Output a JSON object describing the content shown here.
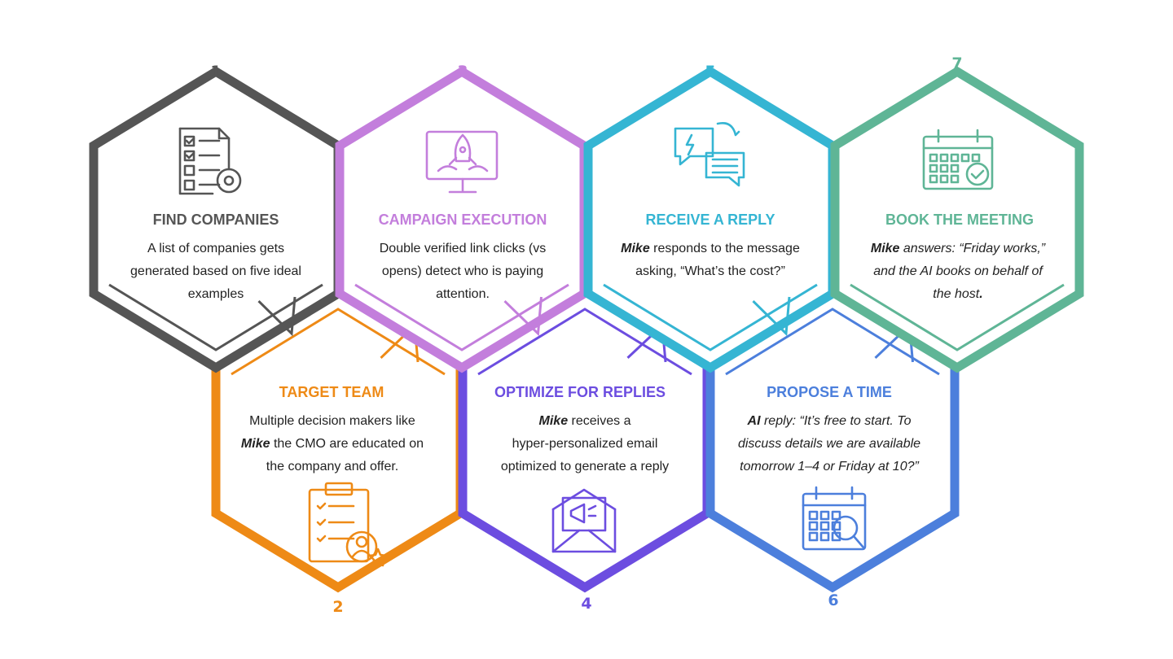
{
  "colors": {
    "step1": "#555555",
    "step2": "#EE8A16",
    "step3": "#C37EDC",
    "step4": "#6C4DE0",
    "step5": "#35B5D3",
    "step6": "#4C7FDC",
    "step7": "#5FB596",
    "text": "#222222"
  },
  "steps": [
    {
      "number": "1",
      "title": "FIND COMPANIES",
      "icon": "checklist-gear-icon",
      "lines": [
        [
          {
            "t": "A list of companies gets"
          }
        ],
        [
          {
            "t": "generated based on five ideal"
          }
        ],
        [
          {
            "t": "examples"
          }
        ]
      ]
    },
    {
      "number": "2",
      "title": "TARGET TEAM",
      "icon": "clipboard-user-star-icon",
      "lines": [
        [
          {
            "t": "Multiple decision makers  like"
          }
        ],
        [
          {
            "t": "Mike",
            "b": true
          },
          {
            "t": " the CMO are educated on"
          }
        ],
        [
          {
            "t": "the company and offer."
          }
        ]
      ]
    },
    {
      "number": "3",
      "title": "CAMPAIGN EXECUTION",
      "icon": "rocket-monitor-icon",
      "lines": [
        [
          {
            "t": "Double verified link clicks (vs"
          }
        ],
        [
          {
            "t": "opens) detect who is paying"
          }
        ],
        [
          {
            "t": "attention."
          }
        ]
      ]
    },
    {
      "number": "4",
      "title": "OPTIMIZE FOR  REPLIES",
      "icon": "megaphone-envelope-icon",
      "lines": [
        [
          {
            "t": "Mike",
            "b": true
          },
          {
            "t": " receives a"
          }
        ],
        [
          {
            "t": "hyper-personalized  email"
          }
        ],
        [
          {
            "t": "optimized to generate a reply"
          }
        ]
      ]
    },
    {
      "number": "5",
      "title": "RECEIVE A REPLY",
      "icon": "chat-bubbles-icon",
      "lines": [
        [
          {
            "t": "Mike",
            "b": true
          },
          {
            "t": " responds to the message"
          }
        ],
        [
          {
            "t": "asking, “What’s the cost?”"
          }
        ]
      ]
    },
    {
      "number": "6",
      "title": "PROPOSE A TIME",
      "icon": "calendar-search-icon",
      "italic": true,
      "lines": [
        [
          {
            "t": "AI",
            "b": true
          },
          {
            "t": " reply: “It’s free to start. To"
          }
        ],
        [
          {
            "t": "discuss details we are available"
          }
        ],
        [
          {
            "t": "tomorrow 1–4 or Friday at 10?”"
          }
        ]
      ]
    },
    {
      "number": "7",
      "title": "BOOK THE MEETING",
      "icon": "calendar-check-icon",
      "italic": true,
      "lines": [
        [
          {
            "t": "Mike",
            "b": true
          },
          {
            "t": " answers: “Friday works,”"
          }
        ],
        [
          {
            "t": "and the AI books on behalf of"
          }
        ],
        [
          {
            "t": "the host"
          },
          {
            "t": ".",
            "b": true
          }
        ]
      ]
    }
  ]
}
